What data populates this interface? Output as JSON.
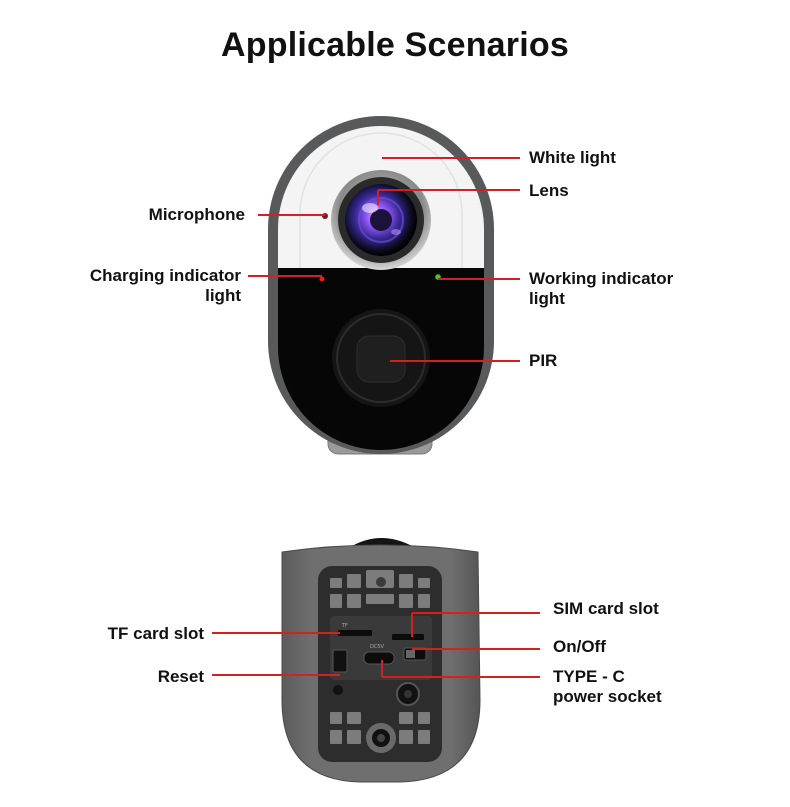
{
  "title": "Applicable Scenarios",
  "colors": {
    "leader_line": "#d42020",
    "label_text": "#111111",
    "device_frame": "#58595b",
    "device_white": "#f4f4f4",
    "device_black": "#060606",
    "base_gray": "#666666",
    "working_indicator": "#22d822",
    "charging_indicator": "#e02020"
  },
  "front_view": {
    "labels": {
      "white_light": "White light",
      "lens": "Lens",
      "microphone": "Microphone",
      "charging_indicator_line1": "Charging indicator",
      "charging_indicator_line2": "light",
      "working_indicator_line1": "Working indicator",
      "working_indicator_line2": "light",
      "pir": "PIR"
    }
  },
  "bottom_view": {
    "labels": {
      "tf_card_slot": "TF card slot",
      "reset": "Reset",
      "sim_card_slot": "SIM card slot",
      "on_off": "On/Off",
      "type_c_line1": "TYPE - C",
      "type_c_line2": "power socket"
    }
  }
}
